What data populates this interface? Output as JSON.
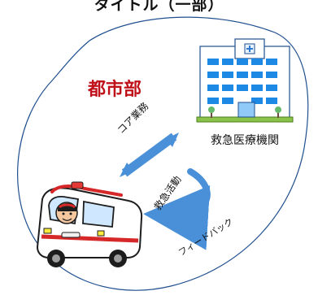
{
  "diagram": {
    "top_text": "タイトル（一部）",
    "region_label": "都市部",
    "facility_label": "救急医療機関",
    "arrow_labels": {
      "core": "コア業務",
      "activity": "救急活動",
      "feedback": "フィードバック"
    },
    "colors": {
      "region_text": "#c0101a",
      "arrow_blue": "#4a90d9",
      "outline": "#1f4f8f",
      "ambulance_red": "#d62828"
    }
  }
}
